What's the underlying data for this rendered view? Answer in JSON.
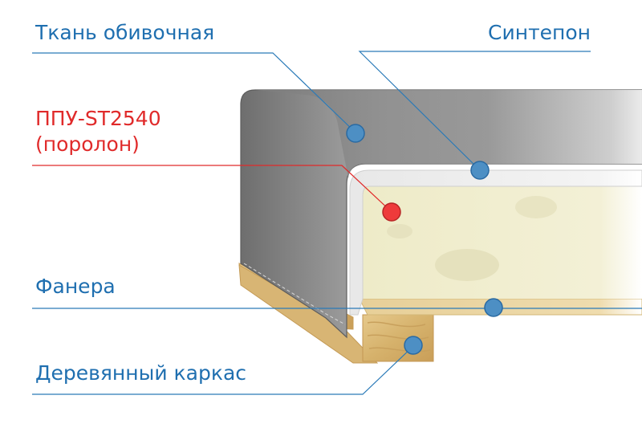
{
  "labels": {
    "fabric": "Ткань обивочная",
    "sintepon": "Синтепон",
    "ppu_line1": "ППУ-ST2540",
    "ppu_line2": "(поролон)",
    "plywood": "Фанера",
    "frame": "Деревянный каркас"
  },
  "colors": {
    "label_blue": "#1f6fb0",
    "label_red": "#e02a2a",
    "leader_blue": "#2a7ab8",
    "marker_blue": "#4d8fc4",
    "marker_red": "#ee3b3b",
    "fabric_gray": "#8a8a8a",
    "foam_cream": "#f1eecd",
    "wood": "#d9b97a"
  }
}
